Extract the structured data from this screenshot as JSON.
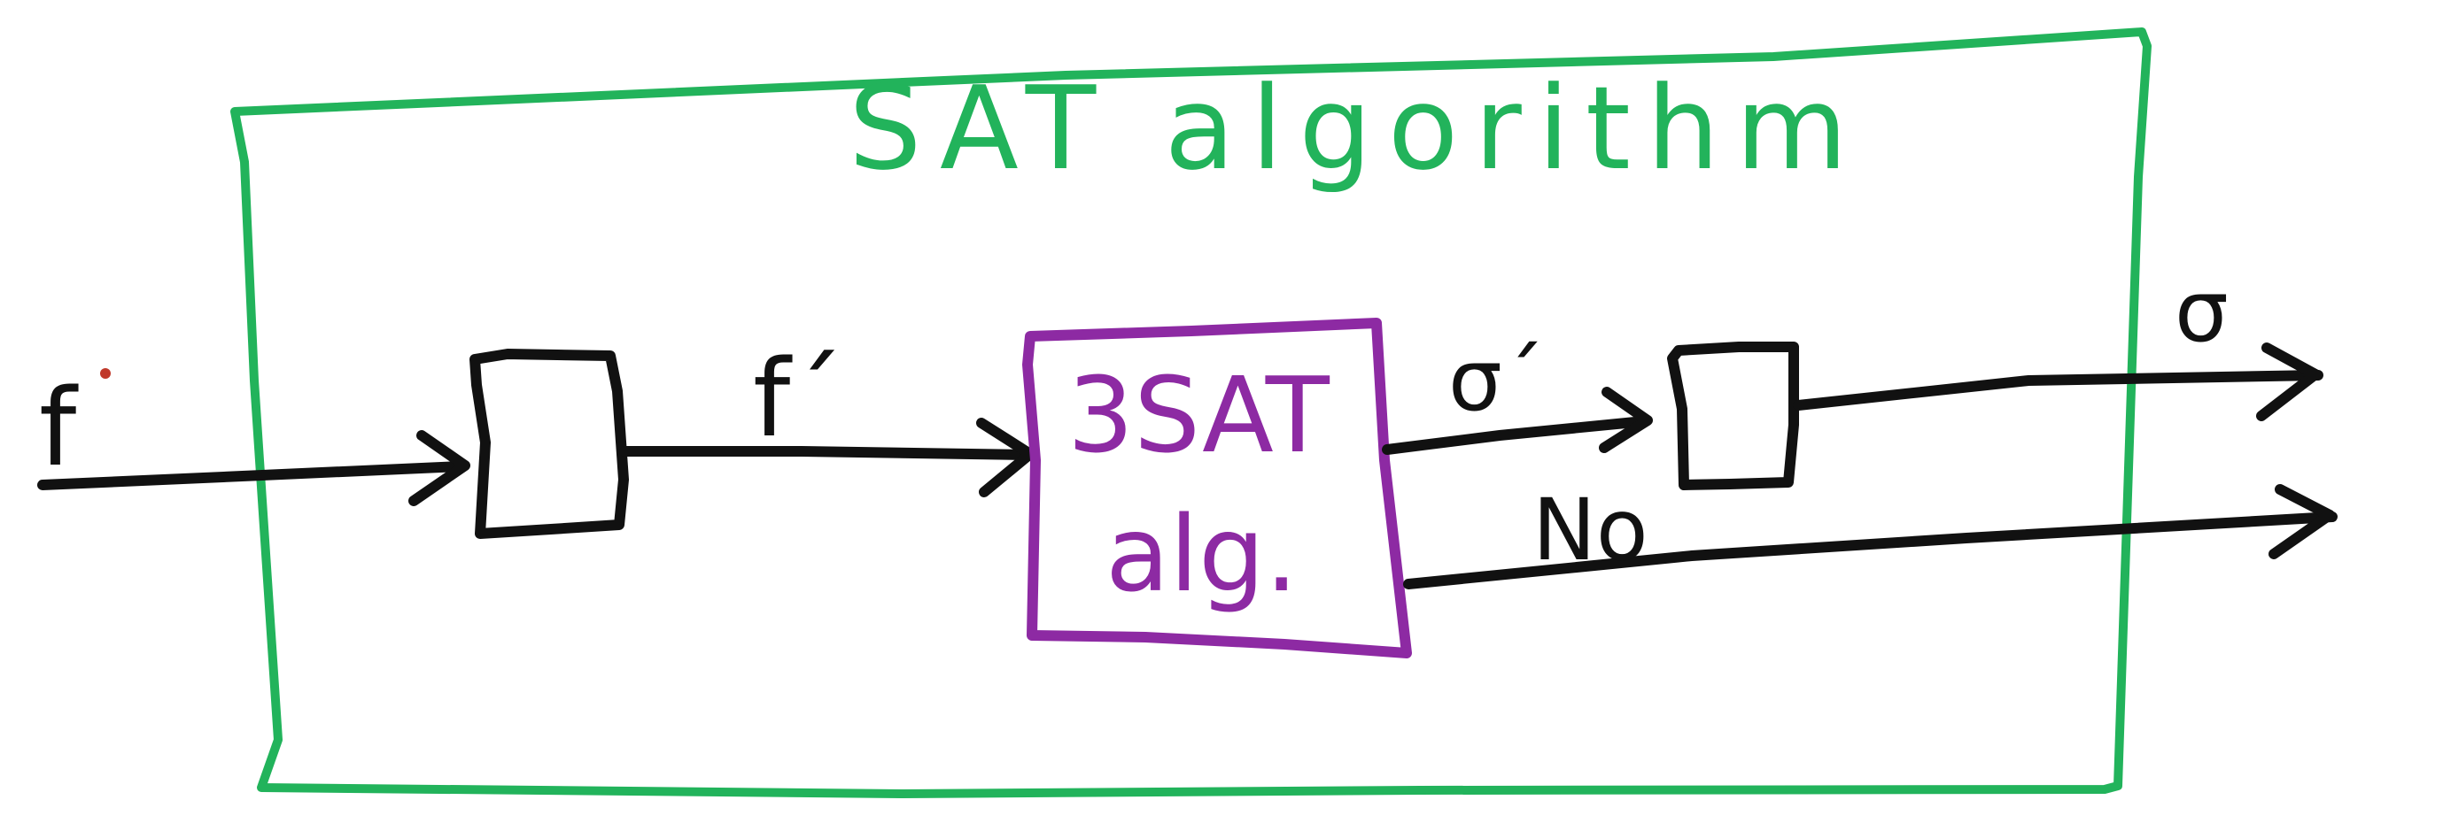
{
  "diagram": {
    "title": "SAT algorithm",
    "inner_box": {
      "line1": "3SAT",
      "line2": "alg."
    },
    "labels": {
      "input": "f",
      "reduced_input": "f´",
      "inner_output": "σ´",
      "final_output": "σ",
      "no_output": "No"
    },
    "colors": {
      "outer_box": "#22b35b",
      "inner_box": "#8d2aa3",
      "ink": "#111111",
      "background": "#ffffff"
    }
  }
}
